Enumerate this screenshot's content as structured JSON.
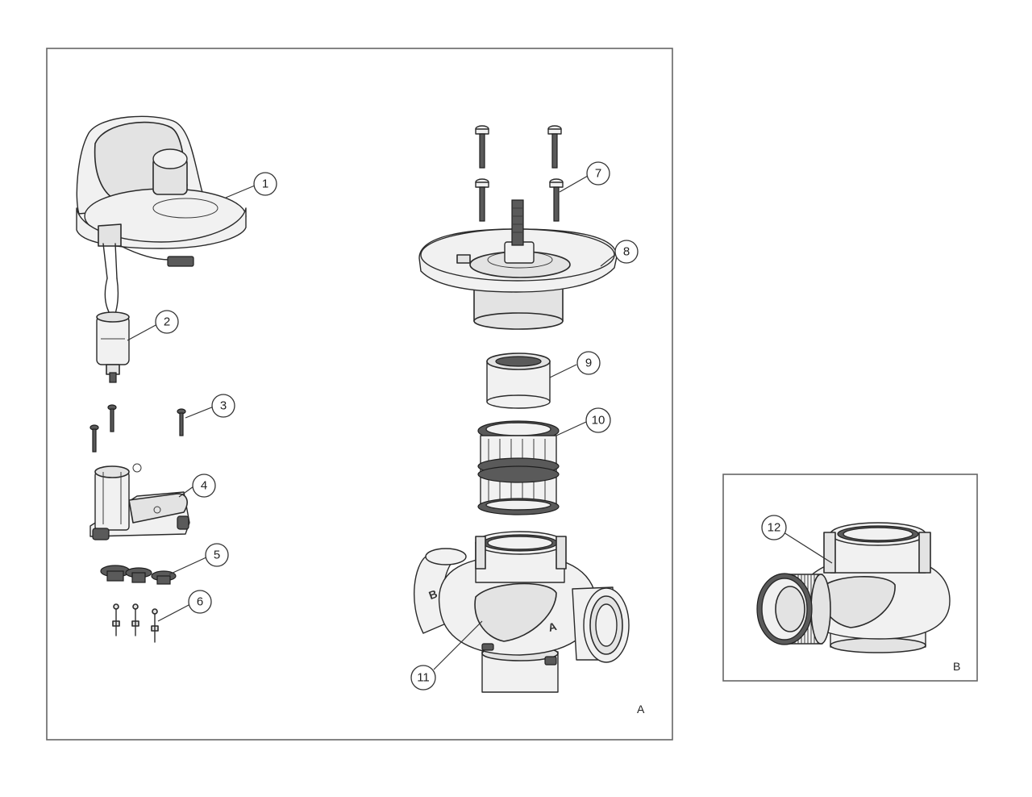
{
  "panels": [
    {
      "id": "panel-a",
      "letter": "A"
    },
    {
      "id": "panel-b",
      "letter": "B"
    }
  ],
  "callouts": [
    {
      "id": "c1",
      "number": "1"
    },
    {
      "id": "c2",
      "number": "2"
    },
    {
      "id": "c3",
      "number": "3"
    },
    {
      "id": "c4",
      "number": "4"
    },
    {
      "id": "c5",
      "number": "5"
    },
    {
      "id": "c6",
      "number": "6"
    },
    {
      "id": "c7",
      "number": "7"
    },
    {
      "id": "c8",
      "number": "8"
    },
    {
      "id": "c9",
      "number": "9"
    },
    {
      "id": "c10",
      "number": "10"
    },
    {
      "id": "c11",
      "number": "11"
    },
    {
      "id": "c12",
      "number": "12"
    }
  ],
  "port_labels": {
    "inlet": "B",
    "outlet": "A"
  },
  "colors": {
    "frame": "#666666",
    "line": "#2a2a2a",
    "fill": "#e3e3e3"
  }
}
